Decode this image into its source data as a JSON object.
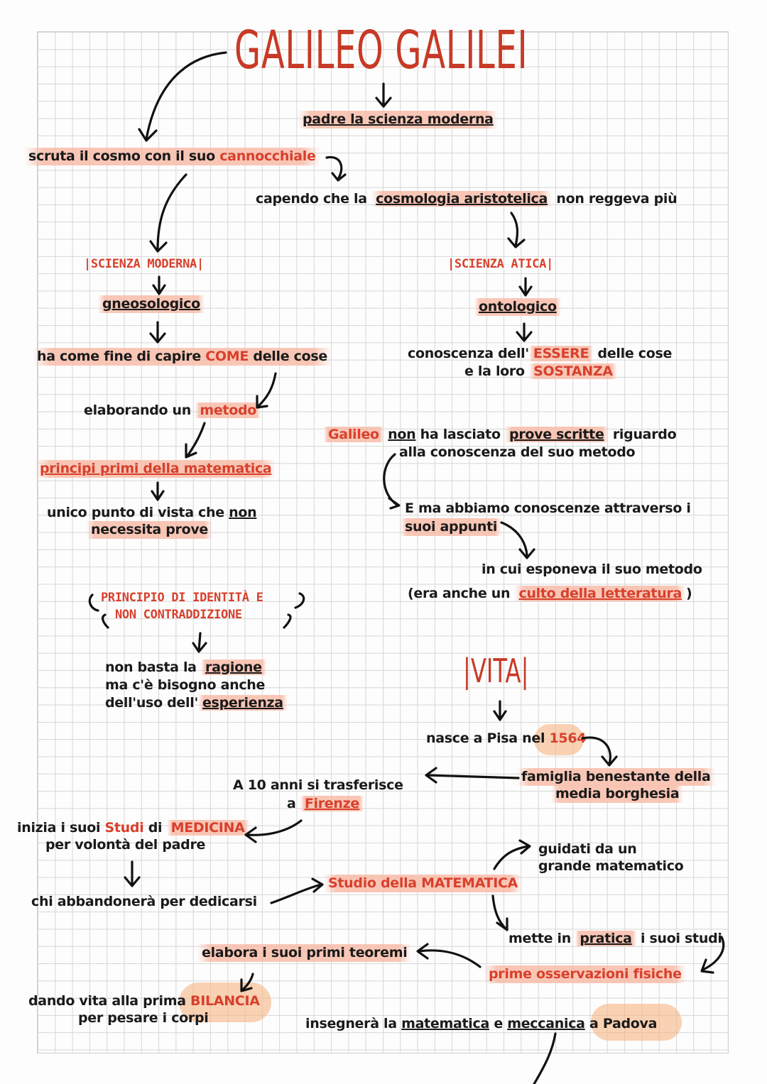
{
  "title": "GALILEO GALILEI",
  "n1": "padre la scienza moderna",
  "n2a": "scruta il cosmo con il suo ",
  "n2b": "cannocchiale",
  "n3a": "capendo che la ",
  "n3b": "cosmologia aristotelica",
  "n3c": " non reggeva più",
  "sm": "|SCIENZA MODERNA|",
  "sa": "|SCIENZA ATICA|",
  "gneo": "gneosologico",
  "onto": "ontologico",
  "fine_a": "ha come fine di capire ",
  "fine_b": "COME",
  "fine_c": " delle cose",
  "con_a": "conoscenza dell'",
  "con_b": "ESSERE",
  "con_c": " delle cose",
  "con_d": "e la loro ",
  "con_e": "SOSTANZA",
  "met_a": "elaborando un ",
  "met_b": "metodo",
  "gal_a": "Galileo",
  "gal_b": "non",
  "gal_c": " ha lasciato ",
  "gal_d": "prove scritte",
  "gal_e": " riguardo",
  "gal_f": "alla conoscenza del suo metodo",
  "princ": "principi primi della matematica",
  "uni_a": "unico punto di vista che ",
  "uni_b": "non",
  "uni_c": "necessita prove",
  "app_a": "E ma abbiamo conoscenze attraverso i",
  "app_b": "suoi appunti",
  "esp": "in cui esponeva il suo metodo",
  "cul_a": "(era anche un ",
  "cul_b": "culto della letteratura",
  "cul_c": ")",
  "pid1": "PRINCIPIO DI IDENTITÀ E",
  "pid2": "NON CONTRADDIZIONE",
  "rag_a": "non basta la ",
  "rag_b": "ragione",
  "rag_c": "ma c'è bisogno anche",
  "rag_d": "dell'uso dell'",
  "rag_e": "esperienza",
  "vita": "|VITA|",
  "nasce_a": "nasce a Pisa nel ",
  "nasce_b": "1564",
  "fam1": "famiglia benestante della",
  "fam2": "media borghesia",
  "anni1": "A 10 anni si trasferisce",
  "anni2a": "a ",
  "anni2b": "Firenze",
  "stud1a": "inizia i suoi ",
  "stud1b": "Studi",
  "stud1c": " di ",
  "stud1d": "MEDICINA",
  "stud2": "per volontà del padre",
  "guid1": "guidati da un",
  "guid2": "grande matematico",
  "abb": "chi abbandonerà per dedicarsi",
  "mat_a": "Studio della ",
  "mat_b": "MATEMATICA",
  "pratica_a": "mette in ",
  "pratica_b": "pratica",
  "pratica_c": " i suoi studi",
  "teo": "elabora i suoi primi teoremi",
  "oss": "prime osservazioni fisiche",
  "bil1a": "dando vita alla prima ",
  "bil1b": "BILANCIA",
  "bil2": "per pesare i corpi",
  "ins_a": "insegnerà la ",
  "ins_b": "matematica",
  "ins_c": " e ",
  "ins_d": "meccanica",
  "ins_e": " a Padova"
}
